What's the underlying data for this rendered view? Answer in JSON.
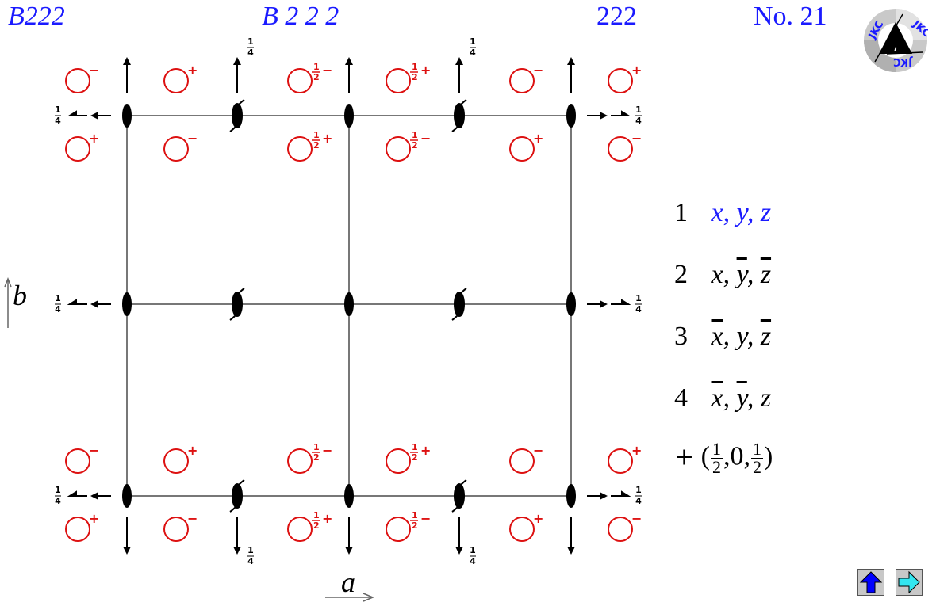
{
  "header": {
    "short_symbol": "B222",
    "full_symbol": "B 2 2 2",
    "point_group": "222",
    "number_label": "No. 21"
  },
  "logo": {
    "text": "JKC",
    "icon": "jkc-logo-icon"
  },
  "axes": {
    "a_label": "a",
    "b_label": "b"
  },
  "fractions": {
    "quarter": "1/4",
    "half": "1/2"
  },
  "symmetry_operations": [
    {
      "index": "1",
      "coords": [
        "x",
        "y",
        "z"
      ],
      "bars": [
        false,
        false,
        false
      ],
      "highlight": true
    },
    {
      "index": "2",
      "coords": [
        "x",
        "y",
        "z"
      ],
      "bars": [
        false,
        true,
        true
      ],
      "highlight": false
    },
    {
      "index": "3",
      "coords": [
        "x",
        "y",
        "z"
      ],
      "bars": [
        true,
        false,
        true
      ],
      "highlight": false
    },
    {
      "index": "4",
      "coords": [
        "x",
        "y",
        "z"
      ],
      "bars": [
        true,
        true,
        false
      ],
      "highlight": false
    }
  ],
  "centering": {
    "prefix": "+",
    "translation": [
      "1/2",
      "0",
      "1/2"
    ]
  },
  "equivalent_positions": {
    "circle_color": "#dd1111",
    "top_row_upper": [
      "−",
      "+",
      "½−",
      "½+",
      "−",
      "+"
    ],
    "top_row_lower": [
      "+",
      "−",
      "½+",
      "½−",
      "+",
      "−"
    ],
    "bottom_row_upper": [
      "−",
      "+",
      "½−",
      "½+",
      "−",
      "+"
    ],
    "bottom_row_lower": [
      "+",
      "−",
      "½+",
      "½−",
      "+",
      "−"
    ]
  },
  "navigation": {
    "up_button": {
      "icon": "up-arrow-icon",
      "color": "#0000ff"
    },
    "next_button": {
      "icon": "right-arrow-icon",
      "color": "#33e6f0"
    }
  }
}
